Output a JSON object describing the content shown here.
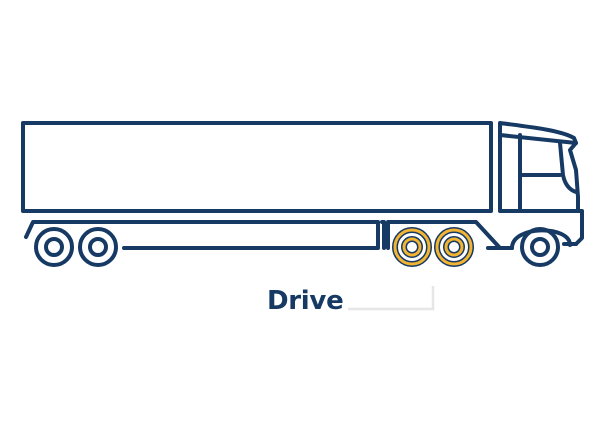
{
  "diagram": {
    "title": "Truck axle diagram",
    "highlighted_axle_label": "Drive",
    "colors": {
      "outline": "#163a63",
      "highlight": "#f3b431",
      "leader_line": "#e6e6e6",
      "background": "#ffffff"
    },
    "components": [
      {
        "name": "trailer",
        "wheels": 2,
        "highlighted": false
      },
      {
        "name": "drive-axles",
        "wheels": 2,
        "highlighted": true
      },
      {
        "name": "steer-axle",
        "wheels": 1,
        "highlighted": false
      }
    ]
  }
}
